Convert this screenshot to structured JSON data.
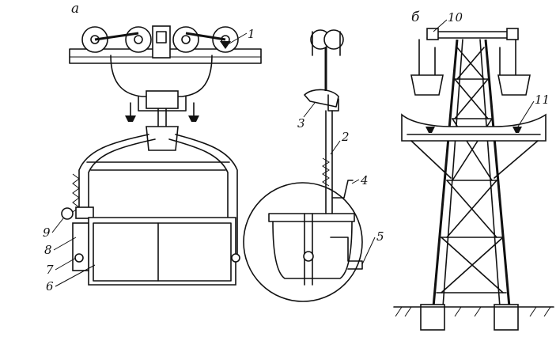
{
  "panels": {
    "a": "а",
    "b": "б"
  },
  "callouts": {
    "c1": "1",
    "c2": "2",
    "c3": "3",
    "c4": "4",
    "c5": "5",
    "c6": "6",
    "c7": "7",
    "c8": "8",
    "c9": "9",
    "c10": "10",
    "c11": "11"
  },
  "colors": {
    "ink": "#111111",
    "paper": "#ffffff"
  }
}
